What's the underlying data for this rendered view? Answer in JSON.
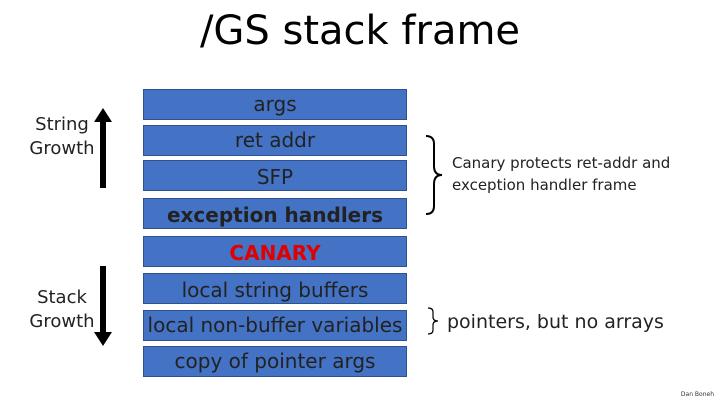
{
  "title": "/GS stack frame",
  "left_labels": {
    "string_growth": [
      "String",
      "Growth"
    ],
    "stack_growth": [
      "Stack",
      "Growth"
    ]
  },
  "frame_rows": [
    {
      "label": "args",
      "style": "normal"
    },
    {
      "label": "ret addr",
      "style": "normal"
    },
    {
      "label": "SFP",
      "style": "normal"
    },
    {
      "label": "exception handlers",
      "style": "bold"
    },
    {
      "label": "CANARY",
      "style": "canary"
    },
    {
      "label": "local string buffers",
      "style": "normal"
    },
    {
      "label": "local non-buffer variables",
      "style": "normal"
    },
    {
      "label": "copy of pointer args",
      "style": "normal"
    }
  ],
  "annotations": {
    "canary_note": [
      "Canary protects ret-addr and",
      "exception handler frame"
    ],
    "pointers_note": "pointers, but no arrays"
  },
  "credit": "Dan Boneh",
  "colors": {
    "box_fill": "#4472c4",
    "box_border": "#2f528f",
    "canary_text": "#e00000"
  },
  "icons": {
    "up_arrow": "arrow-up-icon",
    "down_arrow": "arrow-down-icon"
  }
}
